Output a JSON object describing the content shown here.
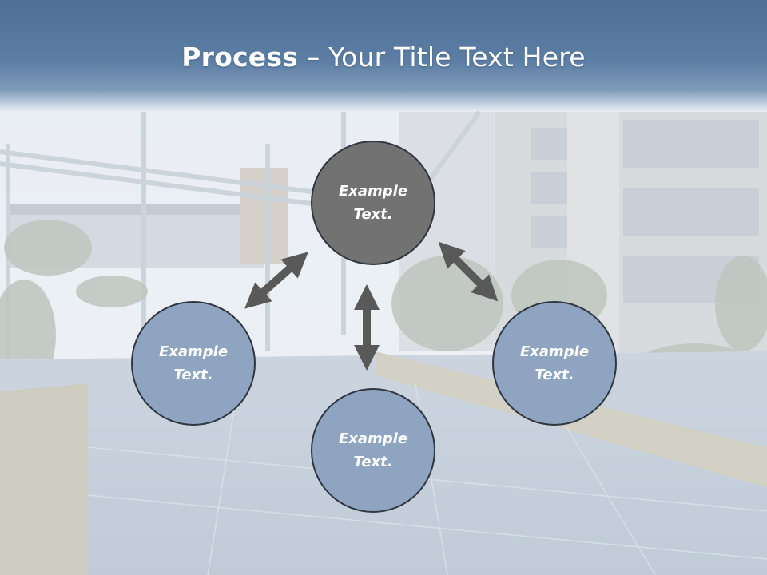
{
  "title": {
    "bold": "Process",
    "rest": " – Your Title Text Here"
  },
  "nodes": [
    {
      "id": "top",
      "text": "Example Text."
    },
    {
      "id": "left",
      "text": "Example Text."
    },
    {
      "id": "right",
      "text": "Example Text."
    },
    {
      "id": "bottom",
      "text": "Example Text."
    }
  ],
  "colors": {
    "title_band": "#5d7ea4",
    "top_node": "#727272",
    "side_nodes": "#8ea4c0",
    "arrows": "#595959"
  }
}
